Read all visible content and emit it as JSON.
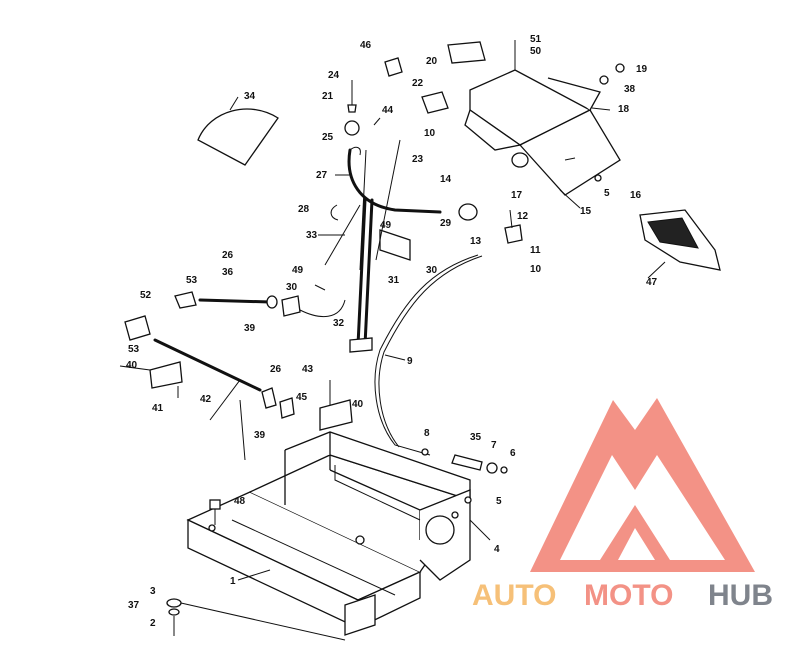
{
  "callouts": [
    "1",
    "2",
    "3",
    "4",
    "5",
    "5",
    "6",
    "7",
    "8",
    "9",
    "10",
    "10",
    "11",
    "12",
    "13",
    "14",
    "15",
    "16",
    "17",
    "18",
    "19",
    "20",
    "21",
    "22",
    "23",
    "24",
    "25",
    "26",
    "26",
    "27",
    "28",
    "29",
    "30",
    "30",
    "31",
    "32",
    "33",
    "34",
    "35",
    "36",
    "37",
    "38",
    "39",
    "39",
    "40",
    "40",
    "41",
    "42",
    "43",
    "44",
    "45",
    "46",
    "47",
    "48",
    "49",
    "49",
    "50",
    "51",
    "52",
    "53",
    "53"
  ],
  "watermark": {
    "word_auto": "AUTO",
    "word_moto": "MOTO",
    "word_hub": "HUB",
    "color_triangle": "#ef6e5e",
    "color_auto": "#f3ac4c",
    "color_hub": "#555b66"
  }
}
